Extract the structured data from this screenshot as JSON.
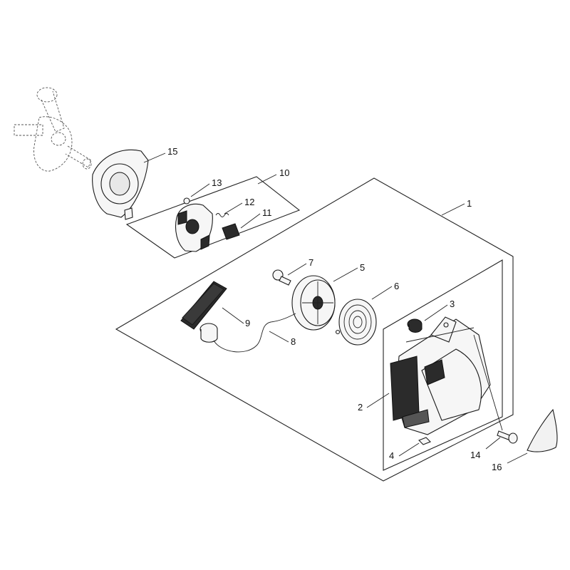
{
  "callouts": [
    {
      "id": "1",
      "label": "1"
    },
    {
      "id": "2",
      "label": "2"
    },
    {
      "id": "3",
      "label": "3"
    },
    {
      "id": "4",
      "label": "4"
    },
    {
      "id": "5",
      "label": "5"
    },
    {
      "id": "6",
      "label": "6"
    },
    {
      "id": "7",
      "label": "7"
    },
    {
      "id": "8",
      "label": "8"
    },
    {
      "id": "9",
      "label": "9"
    },
    {
      "id": "10",
      "label": "10"
    },
    {
      "id": "11",
      "label": "11"
    },
    {
      "id": "12",
      "label": "12"
    },
    {
      "id": "13",
      "label": "13"
    },
    {
      "id": "14",
      "label": "14"
    },
    {
      "id": "15",
      "label": "15"
    },
    {
      "id": "16",
      "label": "16"
    }
  ],
  "colors": {
    "line": "#222222",
    "part_fill": "#f6f6f6",
    "dark_fill": "#2b2b2b",
    "background": "#ffffff"
  }
}
